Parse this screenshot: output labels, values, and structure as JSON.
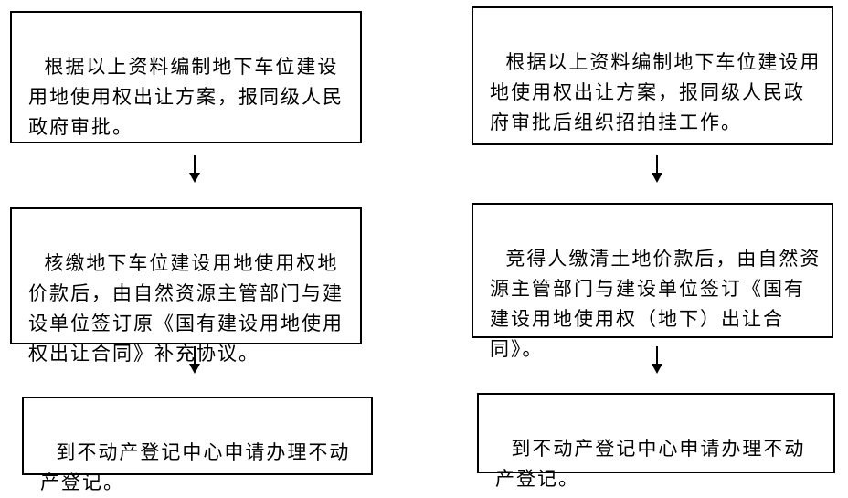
{
  "left_flow": {
    "step1": "根据以上资料编制地下车位建设用地使用权出让方案，报同级人民政府审批。",
    "step2": "核缴地下车位建设用地使用权地价款后，由自然资源主管部门与建设单位签订原《国有建设用地使用权出让合同》补充协议。",
    "step3": "到不动产登记中心申请办理不动产登记。"
  },
  "right_flow": {
    "step1": "根据以上资料编制地下车位建设用地使用权出让方案，报同级人民政府审批后组织招拍挂工作。",
    "step2": "竞得人缴清土地价款后，由自然资源主管部门与建设单位签订《国有建设用地使用权（地下）出让合同》。",
    "step3": "到不动产登记中心申请办理不动产登记。"
  },
  "colors": {
    "border": "#000000",
    "text": "#000000",
    "background": "#ffffff"
  },
  "icons": {
    "arrow": "arrow-down-icon"
  }
}
